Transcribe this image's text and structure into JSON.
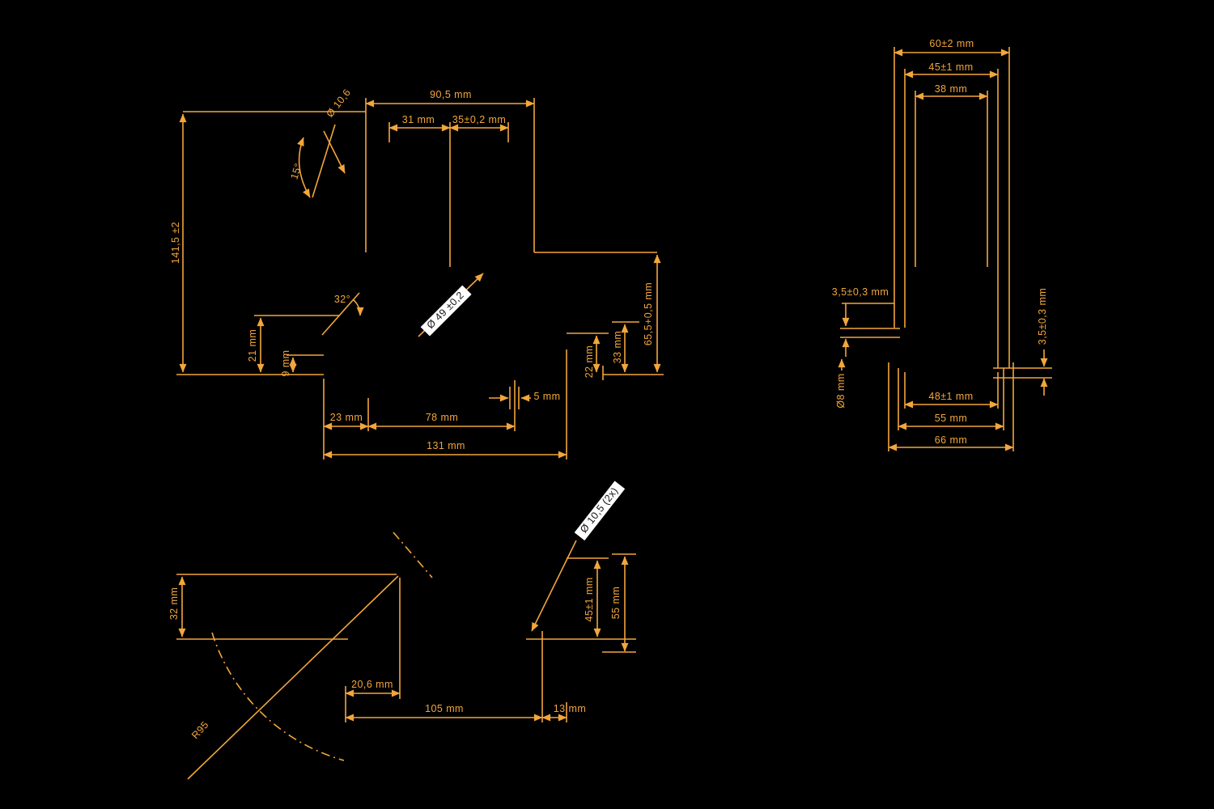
{
  "colors": {
    "background": "#000000",
    "dimension_line": "#F2A63C",
    "callout_background": "#FFFFFF",
    "callout_text": "#141414"
  },
  "views": {
    "front": {
      "dia_10_6": "Ø 10,6",
      "angle_15": "15°",
      "width_90_5": "90,5 mm",
      "width_31": "31 mm",
      "width_35": "35±0,2 mm",
      "height_141_5": "141,5 ±2",
      "angle_32": "32°",
      "dia_49": "Ø 49 ±0,2",
      "height_65_5": "65,5+0,5 mm",
      "height_33": "33 mm",
      "height_22": "22 mm",
      "height_21": "21 mm",
      "height_9": "9 mm",
      "width_5": "5 mm",
      "width_23": "23 mm",
      "width_78": "78 mm",
      "width_131": "131 mm"
    },
    "side": {
      "width_60": "60±2 mm",
      "width_45": "45±1 mm",
      "width_38": "38 mm",
      "thickness_left": "3,5±0,3 mm",
      "thickness_right": "3,5±0,3 mm",
      "dia_8": "Ø8 mm",
      "width_48": "48±1 mm",
      "width_55": "55 mm",
      "width_66": "66 mm"
    },
    "bottom": {
      "height_32": "32 mm",
      "radius_95": "R95",
      "width_20_6": "20,6 mm",
      "width_105": "105 mm",
      "width_13": "13 mm",
      "height_45": "45±1 mm",
      "height_55": "55 mm",
      "dia_10_5": "Ø 10,5 (2x)"
    }
  }
}
